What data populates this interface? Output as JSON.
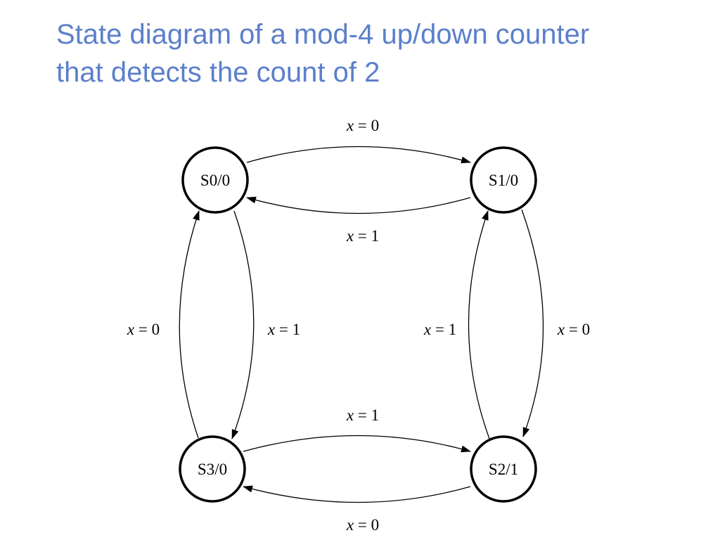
{
  "title": {
    "line1": "State diagram of a mod-4 up/down counter",
    "line2": "that detects the count of 2"
  },
  "states": [
    {
      "id": "S0",
      "label": "S0/0"
    },
    {
      "id": "S1",
      "label": "S1/0"
    },
    {
      "id": "S2",
      "label": "S2/1"
    },
    {
      "id": "S3",
      "label": "S3/0"
    }
  ],
  "transitions": [
    {
      "from": "S0",
      "to": "S1",
      "var": "x",
      "op": " = ",
      "value": "0"
    },
    {
      "from": "S1",
      "to": "S0",
      "var": "x",
      "op": " = ",
      "value": "1"
    },
    {
      "from": "S1",
      "to": "S2",
      "var": "x",
      "op": " = ",
      "value": "0"
    },
    {
      "from": "S2",
      "to": "S1",
      "var": "x",
      "op": " = ",
      "value": "1"
    },
    {
      "from": "S3",
      "to": "S2",
      "var": "x",
      "op": " = ",
      "value": "1"
    },
    {
      "from": "S2",
      "to": "S3",
      "var": "x",
      "op": " = ",
      "value": "0"
    },
    {
      "from": "S3",
      "to": "S0",
      "var": "x",
      "op": " = ",
      "value": "0"
    },
    {
      "from": "S0",
      "to": "S3",
      "var": "x",
      "op": " = ",
      "value": "1"
    }
  ]
}
